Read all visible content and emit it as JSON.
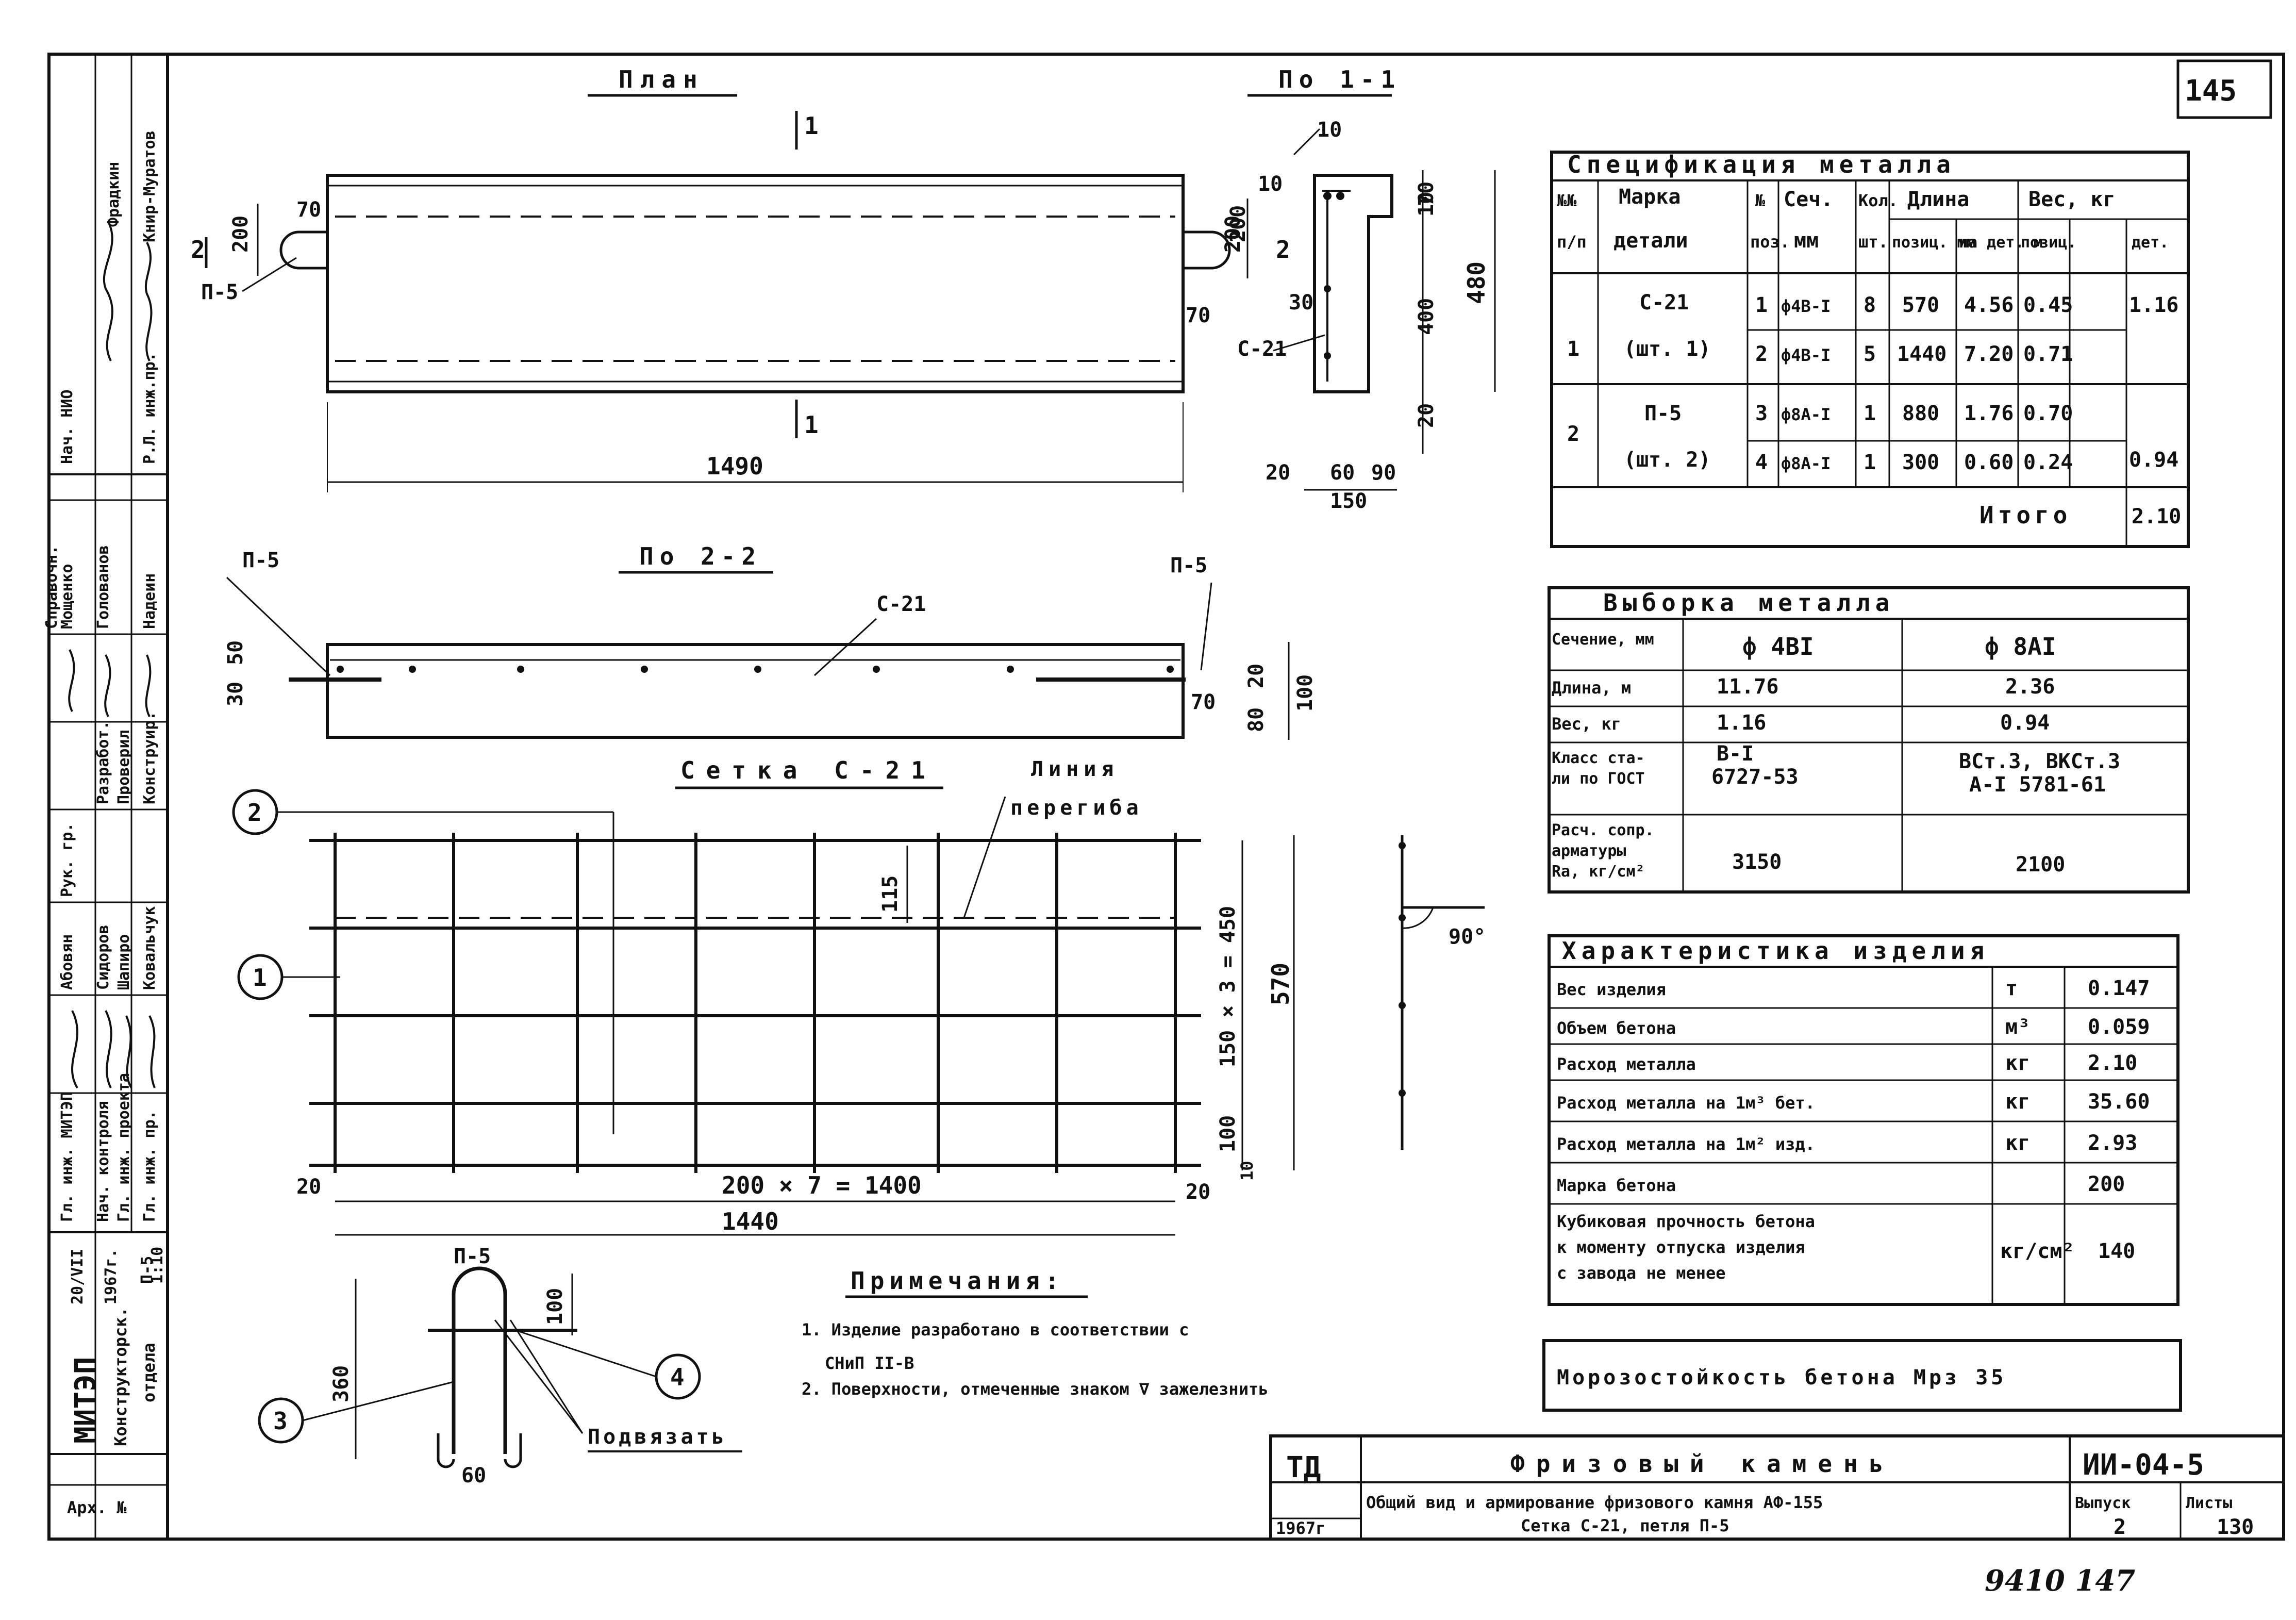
{
  "page_number": "145",
  "handwritten_bottom": "9410 147",
  "plan": {
    "title": "План",
    "section_mark": "1",
    "dims": {
      "d200": "200",
      "d70": "70",
      "d70b": "70",
      "d200r": "200",
      "d1490": "1490"
    },
    "loop_label": "П-5",
    "side_mark": "2"
  },
  "section11": {
    "title": "По 1-1",
    "dims": {
      "d10": "10",
      "d10b": "10",
      "d70": "70",
      "d400": "400",
      "d480": "480",
      "d10c": "10",
      "d30": "30",
      "d20": "20",
      "d20b": "20",
      "d60": "60",
      "d90": "90",
      "d150": "150"
    },
    "mesh_label": "С-21",
    "mark2": "2"
  },
  "section22": {
    "title": "По 2-2",
    "loop_left": "П-5",
    "loop_right": "П-5",
    "mesh_label": "С-21",
    "dims": {
      "d30": "30",
      "d50": "50",
      "d70": "70",
      "d80": "80",
      "d20": "20",
      "d100": "100"
    }
  },
  "mesh": {
    "title": "Сетка С-21",
    "bend_line_1": "Линия",
    "bend_line_2": "перегиба",
    "callout1": "1",
    "callout2": "2",
    "dims": {
      "d115": "115",
      "d150x3": "150 × 3 = 450",
      "d570": "570",
      "d100": "100",
      "d10": "10",
      "d20l": "20",
      "d20r": "20",
      "d200x7": "200 × 7 = 1400",
      "d1440": "1440"
    },
    "bend_angle": "90°"
  },
  "loop": {
    "label": "П-5",
    "dims": {
      "d360": "360",
      "d100": "100",
      "d60": "60"
    },
    "callout3": "3",
    "callout4": "4",
    "tie_label": "Подвязать"
  },
  "notes": {
    "title": "Примечания:",
    "line1a": "1. Изделие разработано в соответствии с",
    "line1b": "СНиП II-В",
    "line2": "2. Поверхности, отмеченные знаком ∇ зажелезнить"
  },
  "spec_table": {
    "title": "Спецификация металла",
    "headers": {
      "nn1": "№№",
      "nn2": "п/п",
      "mark1": "Марка",
      "mark2": "детали",
      "pos1": "№",
      "pos2": "поз.",
      "sec1": "Сеч.",
      "sec2": "мм",
      "qty1": "Кол.",
      "qty2": "шт.",
      "len": "Длина",
      "len_pos": "позиц. мм",
      "len_det": "на дет. м",
      "wt": "Вес, кг",
      "wt_pos": "позиц.",
      "wt_det": "дет."
    },
    "rows": [
      {
        "nn": "1",
        "mark": "С-21",
        "mark_qty": "(шт. 1)",
        "pos": "1",
        "sec": "ф4В-I",
        "qty": "8",
        "len_pos": "570",
        "len_det": "4.56",
        "wt_pos": "0.45",
        "wt_det": "1.16"
      },
      {
        "pos": "2",
        "sec": "ф4В-I",
        "qty": "5",
        "len_pos": "1440",
        "len_det": "7.20",
        "wt_pos": "0.71"
      },
      {
        "nn": "2",
        "mark": "П-5",
        "mark_qty": "(шт. 2)",
        "pos": "3",
        "sec": "ф8А-I",
        "qty": "1",
        "len_pos": "880",
        "len_det": "1.76",
        "wt_pos": "0.70",
        "wt_det": "0.94"
      },
      {
        "pos": "4",
        "sec": "ф8А-I",
        "qty": "1",
        "len_pos": "300",
        "len_det": "0.60",
        "wt_pos": "0.24"
      }
    ],
    "total_label": "Итого",
    "total_value": "2.10"
  },
  "selection_table": {
    "title": "Выборка металла",
    "col1": "ф 4ВI",
    "col2": "ф 8АI",
    "row_section": "Сечение, мм",
    "row_length": "Длина, м",
    "row_weight": "Вес, кг",
    "row_class_1": "Класс ста-",
    "row_class_2": "ли по ГОСТ",
    "row_resist_1": "Расч. сопр.",
    "row_resist_2": "арматуры",
    "row_resist_3": "Ra, кг/см²",
    "len1": "11.76",
    "len2": "2.36",
    "wt1": "1.16",
    "wt2": "0.94",
    "cls1a": "В-I",
    "cls1b": "6727-53",
    "cls2a": "ВСт.3, ВКСт.3",
    "cls2b": "А-I 5781-61",
    "ra1": "3150",
    "ra2": "2100"
  },
  "char_table": {
    "title": "Характеристика изделия",
    "rows": [
      {
        "label": "Вес изделия",
        "unit": "т",
        "value": "0.147"
      },
      {
        "label": "Объем бетона",
        "unit": "м³",
        "value": "0.059"
      },
      {
        "label": "Расход металла",
        "unit": "кг",
        "value": "2.10"
      },
      {
        "label": "Расход металла на 1м³ бет.",
        "unit": "кг",
        "value": "35.60"
      },
      {
        "label": "Расход металла на 1м² изд.",
        "unit": "кг",
        "value": "2.93"
      },
      {
        "label": "Марка бетона",
        "unit": "",
        "value": "200"
      }
    ],
    "strength_1": "Кубиковая прочность бетона",
    "strength_2": "к моменту отпуска изделия",
    "strength_3": "с завода не менее",
    "strength_unit": "кг/см²",
    "strength_value": "140"
  },
  "frost": "Морозостойкость бетона Мрз 35",
  "title_block": {
    "logo": "ТД",
    "year": "1967г",
    "name": "Фризовый камень",
    "code": "ИИ-04-5",
    "desc_1": "Общий вид и армирование фризового камня АФ-155",
    "desc_2": "Сетка С-21, петля П-5",
    "vyp_label": "Выпуск",
    "vyp_value": "2",
    "list_label": "Листы",
    "list_value": "130"
  },
  "stamp": {
    "org": "МИТЭП",
    "dept_1": "Конструкторск.",
    "dept_2": "отдела",
    "arch": "Арх. №",
    "date_1": "20/VII",
    "date_2": "1967г.",
    "scale_1": "П-5",
    "scale_2": "1:10",
    "roles": [
      "Нач. НИО",
      "Р.Л. инж.пр.",
      "Справочн.",
      "Рук. гр.",
      "Гл. инж. МИТЭП",
      "Нач. контроля",
      "Гл. инж. проекта",
      "Гл. инж. пр."
    ],
    "names": [
      "Фрадкин",
      "Книр-Муратов",
      "Мощенко",
      "Голованов",
      "Сидоров",
      "Надеин",
      "Шапиро",
      "Ковальчук"
    ],
    "roles2": [
      "Разработ.",
      "Проверил",
      "Конструир.",
      "Абовян"
    ]
  }
}
